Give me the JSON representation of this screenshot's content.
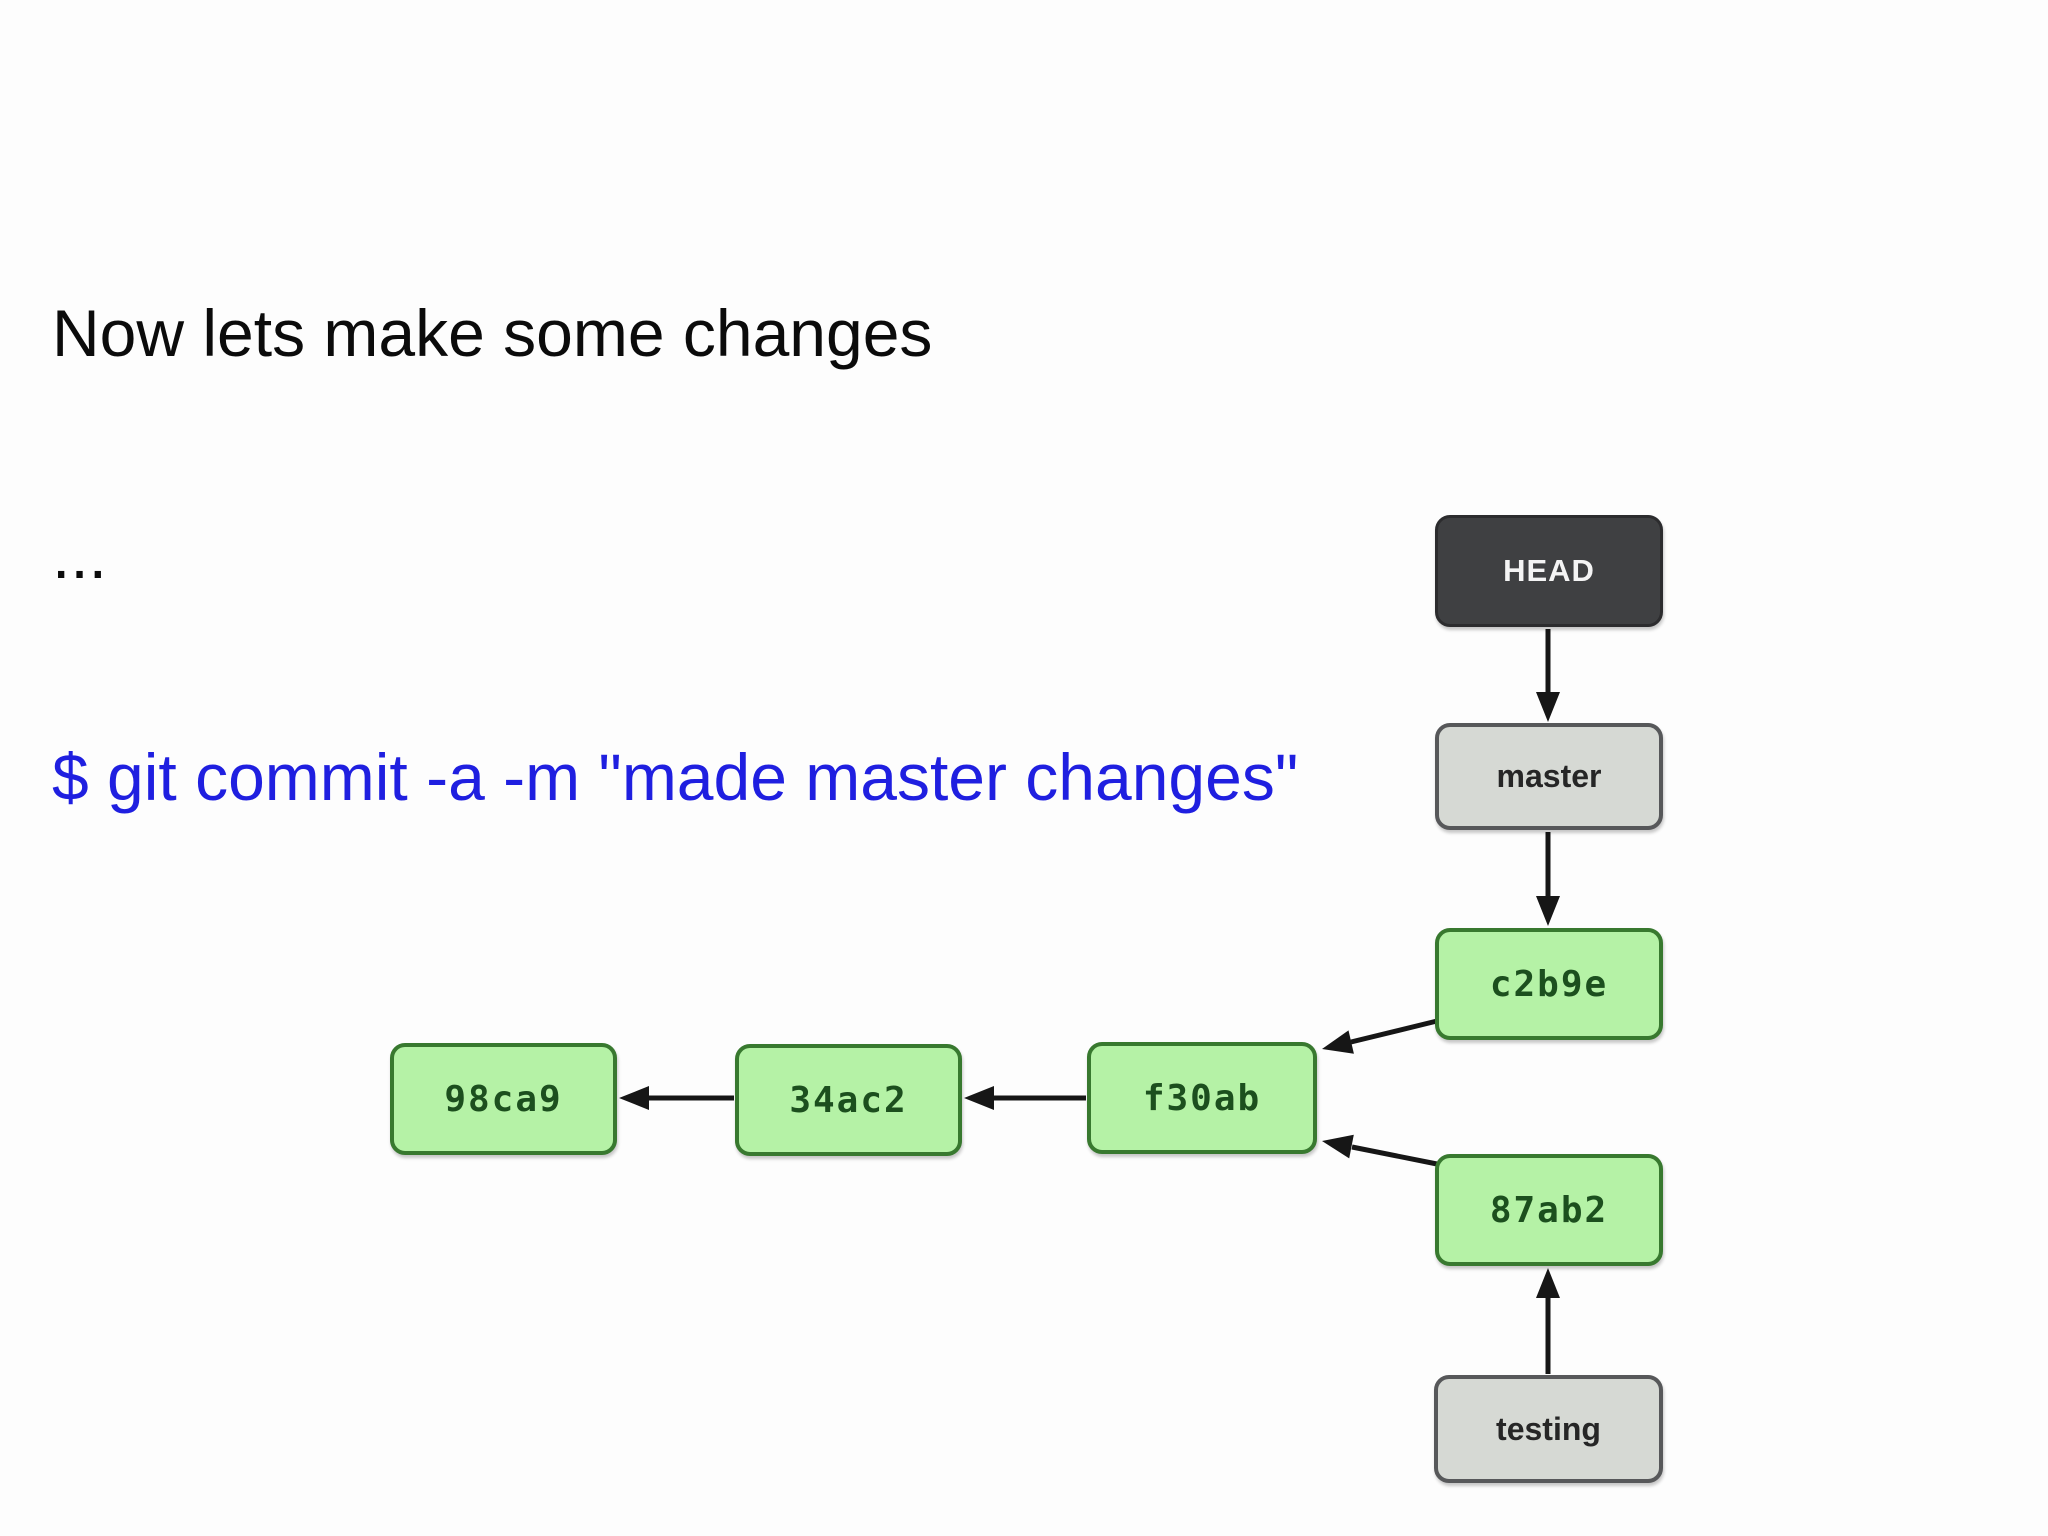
{
  "header": {
    "title": "Now lets make some changes",
    "ellipsis": "...",
    "command": "$ git commit -a -m \"made master changes\""
  },
  "colors": {
    "command_blue": "#1f1fe0",
    "commit_fill": "#b5f2a6",
    "commit_border": "#38792f",
    "commit_text": "#1c4f1e",
    "ref_fill": "#d6d9d4",
    "ref_border": "#57585a",
    "ref_text": "#262626",
    "head_fill": "#3f4042",
    "head_border": "#2c2c2e",
    "head_text": "#f4f4f4",
    "arrow": "#161616",
    "page_bg": "#fdfdfd"
  },
  "diagram": {
    "head_label": "HEAD",
    "branch_master": "master",
    "branch_testing": "testing",
    "commit_c2b9e": "c2b9e",
    "commit_f30ab": "f30ab",
    "commit_87ab2": "87ab2",
    "commit_34ac2": "34ac2",
    "commit_98ca9": "98ca9",
    "edges": [
      {
        "from": "HEAD",
        "to": "master"
      },
      {
        "from": "master",
        "to": "c2b9e"
      },
      {
        "from": "c2b9e",
        "to": "f30ab"
      },
      {
        "from": "87ab2",
        "to": "f30ab"
      },
      {
        "from": "f30ab",
        "to": "34ac2"
      },
      {
        "from": "34ac2",
        "to": "98ca9"
      },
      {
        "from": "testing",
        "to": "87ab2"
      }
    ]
  }
}
